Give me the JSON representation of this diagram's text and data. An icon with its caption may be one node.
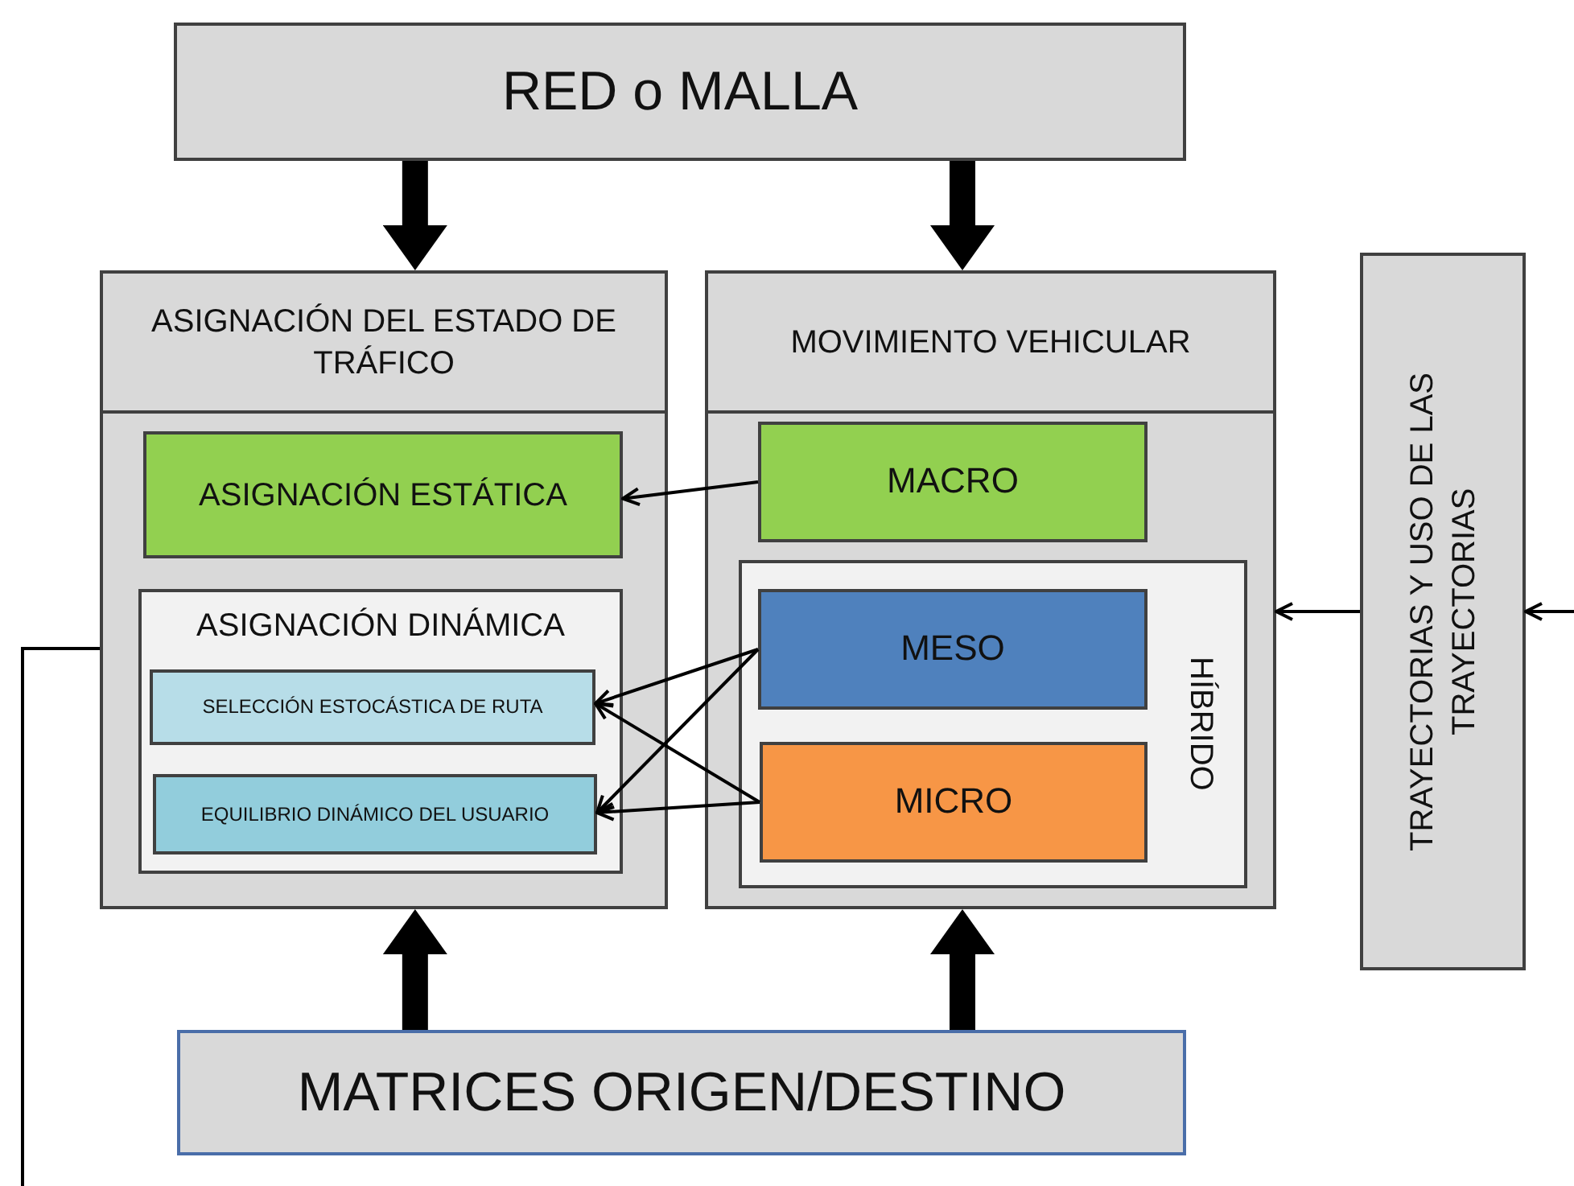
{
  "diagram": {
    "nodes": [
      {
        "text": [
          "RED o MALLA"
        ]
      },
      {
        "text": [
          "ASIGNACIÓN DEL ESTADO DE TRÁFICO"
        ]
      },
      {
        "text": [
          "ASIGNACIÓN ESTÁTICA"
        ],
        "in": 1
      },
      {
        "text": [
          "ASIGNACIÓN DINÁMICA"
        ],
        "in": 1
      },
      {
        "text": [
          "SELECCIÓN ESTOCÁSTICA DE RUTA"
        ],
        "in": 3
      },
      {
        "text": [
          "EQUILIBRIO DINÁMICO DEL USUARIO"
        ],
        "in": 3
      },
      {
        "text": [
          "MOVIMIENTO VEHICULAR"
        ]
      },
      {
        "text": [
          "MACRO"
        ],
        "in": 6
      },
      {
        "text": [
          "HÍBRIDO"
        ],
        "in": 6
      },
      {
        "text": [
          "MESO"
        ],
        "in": 8
      },
      {
        "text": [
          "MICRO"
        ],
        "in": 8
      },
      {
        "text": [
          "TRAYECTORIAS Y USO DE LAS TRAYECTORIAS"
        ]
      },
      {
        "text": [
          "MATRICES ORIGEN/DESTINO"
        ]
      }
    ],
    "edges": [
      {
        "from": 0,
        "to": 1,
        "arrow": "to",
        "style": "thick"
      },
      {
        "from": 0,
        "to": 6,
        "arrow": "to",
        "style": "thick"
      },
      {
        "from": 12,
        "to": 1,
        "arrow": "to",
        "style": "thick"
      },
      {
        "from": 12,
        "to": 6,
        "arrow": "to",
        "style": "thick"
      },
      {
        "from": 7,
        "to": 2,
        "arrow": "to"
      },
      {
        "from": 9,
        "to": 4,
        "arrow": "to"
      },
      {
        "from": 9,
        "to": 5,
        "arrow": "to"
      },
      {
        "from": 10,
        "to": 4,
        "arrow": "to"
      },
      {
        "from": 10,
        "to": 5,
        "arrow": "to"
      },
      {
        "from": 11,
        "to": 6,
        "arrow": "to"
      },
      {
        "from": null,
        "to": 11,
        "arrow": "to"
      },
      {
        "from": 1,
        "to": null,
        "arrow": "none"
      }
    ]
  }
}
